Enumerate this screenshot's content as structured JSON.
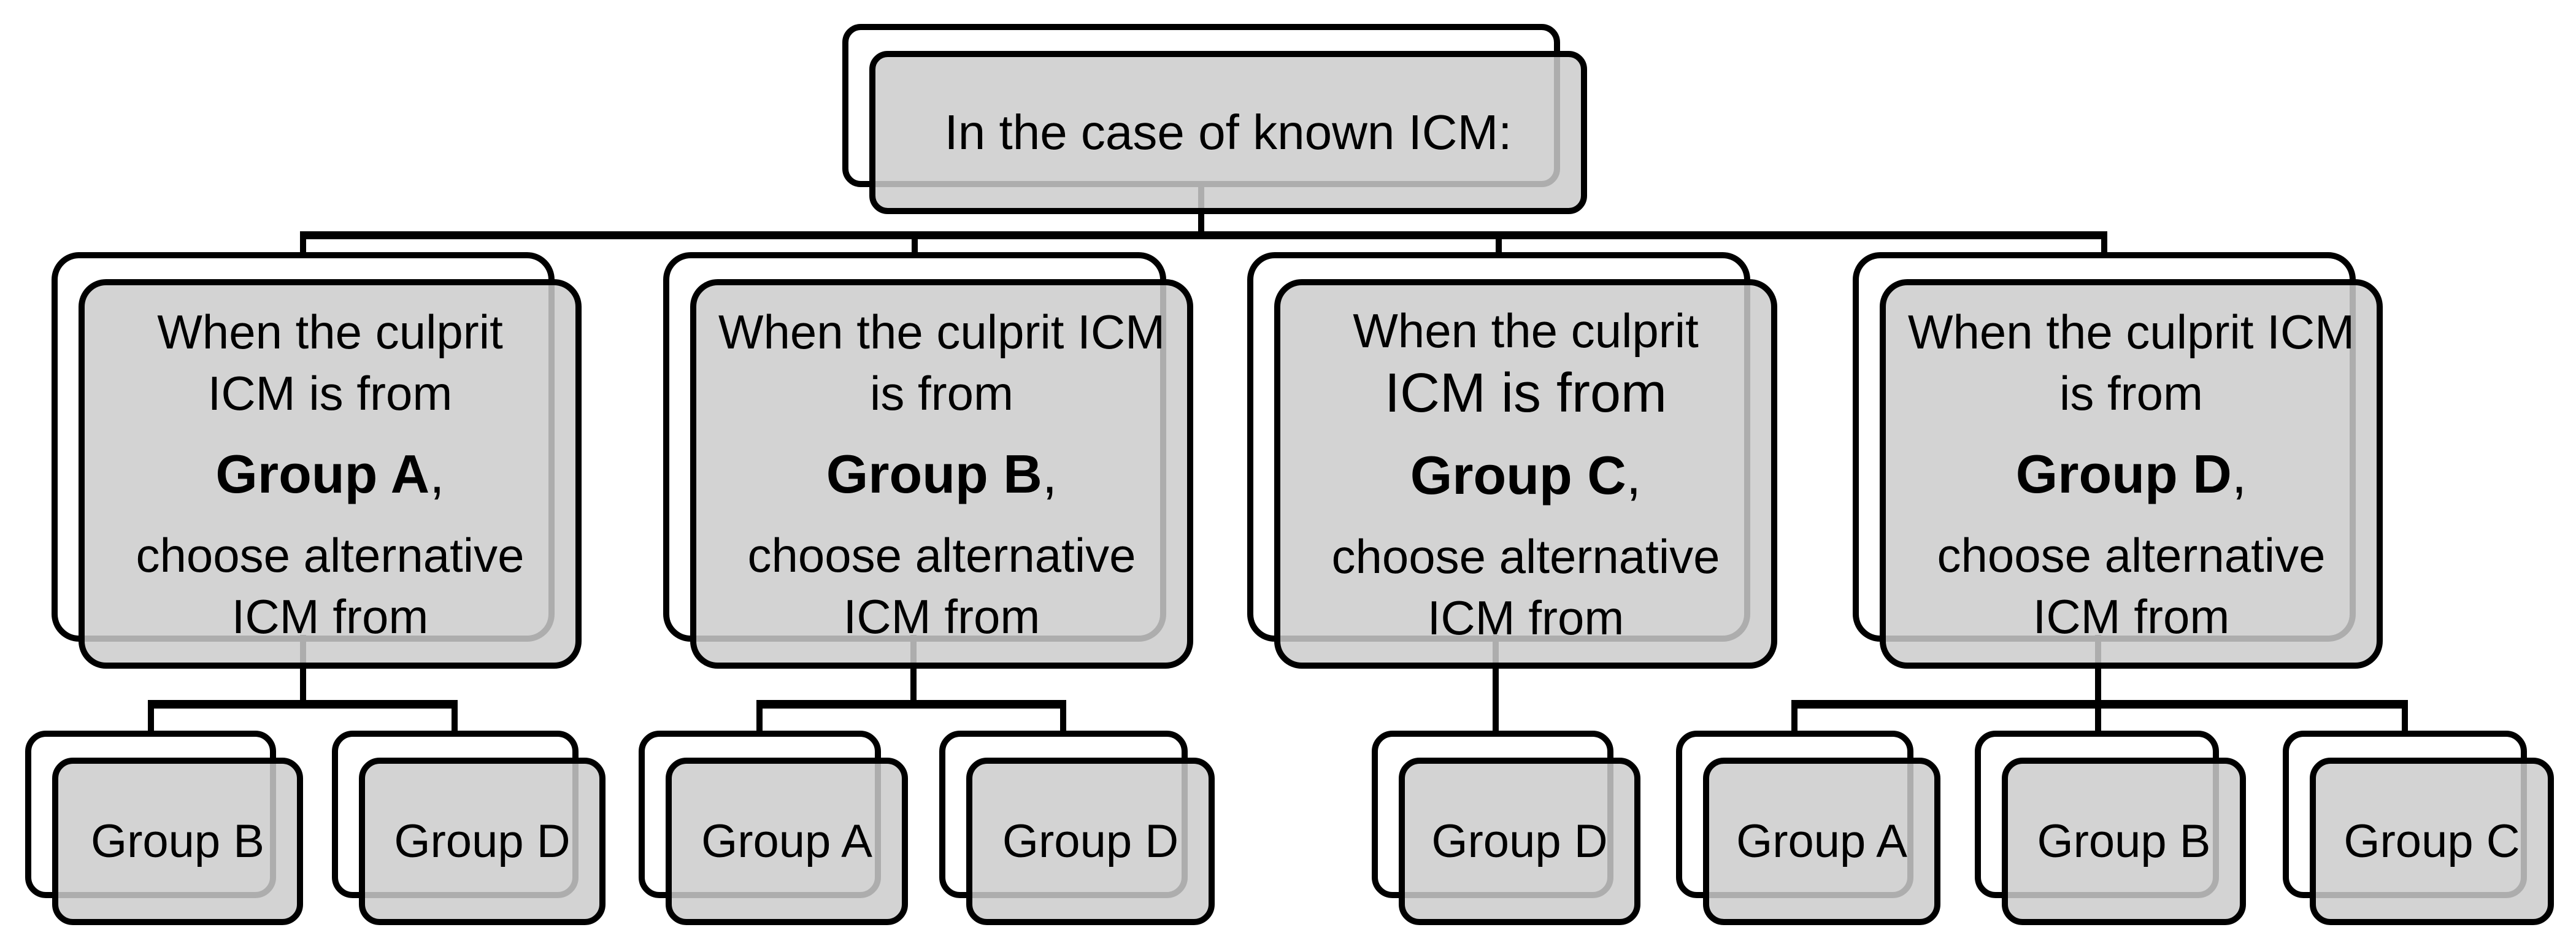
{
  "figure": {
    "background": "#ffffff",
    "box_fill": "#d3d3d3",
    "line_color": "#000000"
  },
  "root": {
    "label": "In the case of known ICM:"
  },
  "branches": [
    {
      "intro": [
        "When the culprit",
        "ICM is from"
      ],
      "group_label": "Group A",
      "suffix": ",",
      "outro": [
        "choose alternative",
        "ICM from"
      ],
      "alternatives": [
        "Group B",
        "Group D"
      ]
    },
    {
      "intro": [
        "When the culprit ICM",
        "is from"
      ],
      "group_label": "Group B",
      "suffix": ",",
      "outro": [
        "choose alternative",
        "ICM from"
      ],
      "alternatives": [
        "Group A",
        "Group D"
      ]
    },
    {
      "intro": [
        "When the culprit",
        "ICM is from"
      ],
      "group_label": "Group C",
      "suffix": ",",
      "outro": [
        "choose alternative",
        "ICM from"
      ],
      "alternatives": [
        "Group D"
      ]
    },
    {
      "intro": [
        "When the culprit ICM",
        "is from"
      ],
      "group_label": "Group D",
      "suffix": ",",
      "outro": [
        "choose alternative",
        "ICM from"
      ],
      "alternatives": [
        "Group A",
        "Group B",
        "Group C"
      ]
    }
  ]
}
